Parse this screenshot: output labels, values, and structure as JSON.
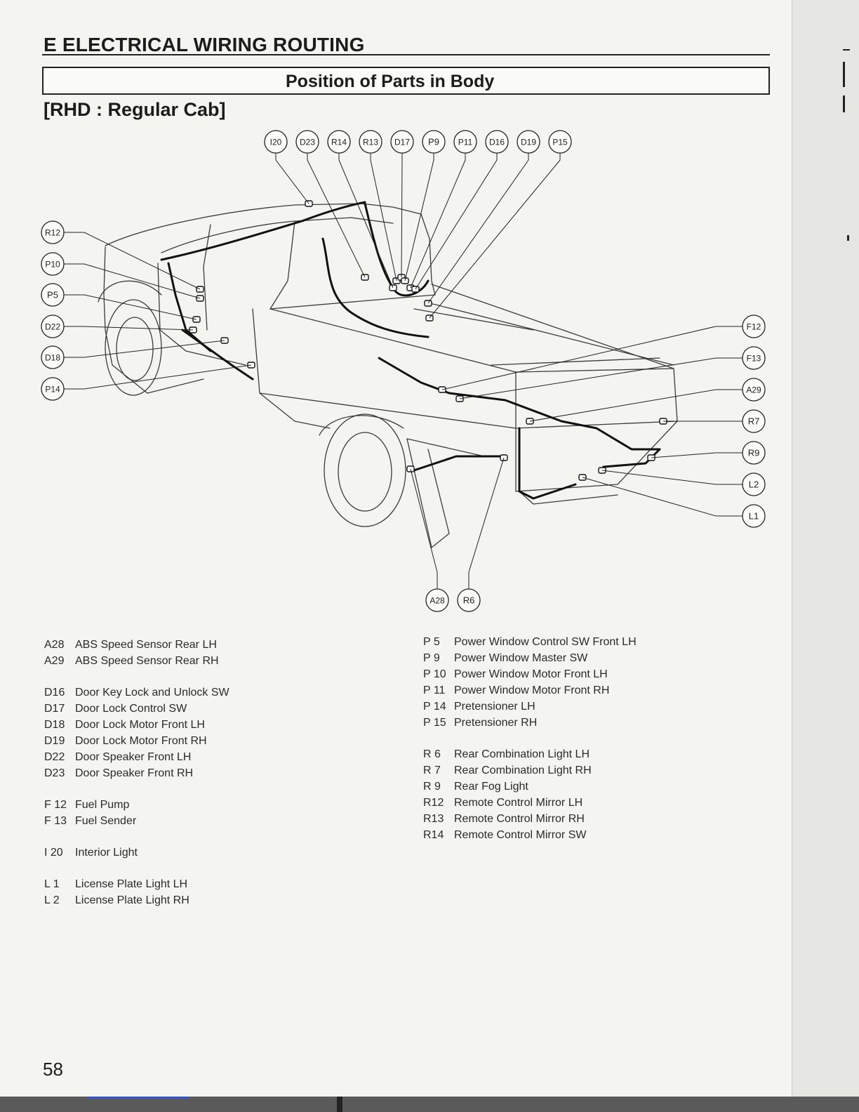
{
  "header": {
    "section_title": "E ELECTRICAL WIRING ROUTING",
    "subtitle": "Position of Parts in Body",
    "cab_type": "[RHD : Regular Cab]"
  },
  "diagram": {
    "top_labels": [
      "I20",
      "D23",
      "R14",
      "R13",
      "D17",
      "P9",
      "P11",
      "D16",
      "D19",
      "P15"
    ],
    "left_labels": [
      "R12",
      "P10",
      "P5",
      "D22",
      "D18",
      "P14"
    ],
    "right_labels": [
      "F12",
      "F13",
      "A29",
      "R7",
      "R9",
      "L2",
      "L1"
    ],
    "bottom_labels": [
      "A28",
      "R6"
    ]
  },
  "legend": {
    "left_groups": [
      [
        {
          "code": "A28",
          "name": "ABS Speed Sensor Rear LH"
        },
        {
          "code": "A29",
          "name": "ABS Speed Sensor Rear RH"
        }
      ],
      [
        {
          "code": "D16",
          "name": "Door Key Lock and Unlock SW"
        },
        {
          "code": "D17",
          "name": "Door Lock Control SW"
        },
        {
          "code": "D18",
          "name": "Door Lock Motor Front LH"
        },
        {
          "code": "D19",
          "name": "Door Lock Motor Front RH"
        },
        {
          "code": "D22",
          "name": "Door Speaker Front LH"
        },
        {
          "code": "D23",
          "name": "Door Speaker Front RH"
        }
      ],
      [
        {
          "code": "F 12",
          "name": "Fuel Pump"
        },
        {
          "code": "F 13",
          "name": "Fuel Sender"
        }
      ],
      [
        {
          "code": "I 20",
          "name": "Interior Light"
        }
      ],
      [
        {
          "code": "L 1",
          "name": "License Plate Light LH"
        },
        {
          "code": "L 2",
          "name": "License Plate Light RH"
        }
      ]
    ],
    "right_groups": [
      [
        {
          "code": "P 5",
          "name": "Power Window Control SW Front LH"
        },
        {
          "code": "P 9",
          "name": "Power Window Master SW"
        },
        {
          "code": "P 10",
          "name": "Power Window Motor Front LH"
        },
        {
          "code": "P 11",
          "name": "Power Window Motor Front RH"
        },
        {
          "code": "P 14",
          "name": "Pretensioner LH"
        },
        {
          "code": "P 15",
          "name": "Pretensioner RH"
        }
      ],
      [
        {
          "code": "R 6",
          "name": "Rear Combination Light LH"
        },
        {
          "code": "R 7",
          "name": "Rear Combination Light RH"
        },
        {
          "code": "R 9",
          "name": "Rear Fog Light"
        },
        {
          "code": "R12",
          "name": "Remote Control Mirror LH"
        },
        {
          "code": "R13",
          "name": "Remote Control Mirror RH"
        },
        {
          "code": "R14",
          "name": "Remote Control Mirror SW"
        }
      ]
    ]
  },
  "page_number": "58"
}
